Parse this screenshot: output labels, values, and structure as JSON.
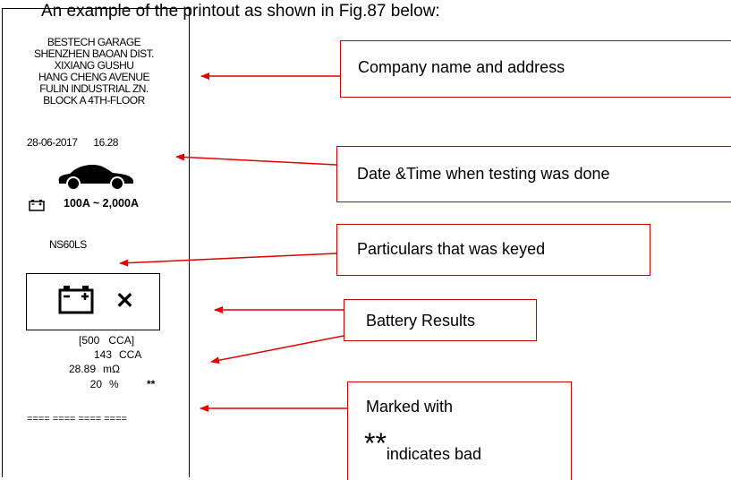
{
  "caption": "An example of the printout as shown in Fig.87 below:",
  "receipt": {
    "address_lines": [
      "BESTECH GARAGE",
      "SHENZHEN BAOAN DIST.",
      "XIXIANG GUSHU",
      "HANG CHENG AVENUE",
      "FULIN INDUSTRIAL ZN.",
      "BLOCK A 4TH-FLOOR"
    ],
    "date": "28-06-2017",
    "time": "16.28",
    "range": "100A ~ 2,000A",
    "model": "NS60LS",
    "result_icon": "battery-icon",
    "result_mark": "✕",
    "rated": "[500   CCA]",
    "measured_value": "143",
    "measured_unit": "CCA",
    "resistance_value": "28.89",
    "resistance_unit": "mΩ",
    "soh_value": "20",
    "soh_unit": "%",
    "soh_flag": "**",
    "separator": "==== ==== ==== ===="
  },
  "callouts": {
    "company": "Company name and address",
    "datetime": "Date &Time when testing was done",
    "particulars": "Particulars that was keyed",
    "battery_results": "Battery Results",
    "marked_line1": "Marked with",
    "marked_stars": "**",
    "marked_line2": "indicates bad"
  },
  "colors": {
    "callout_border": "#c00000",
    "arrow": "#e00000"
  }
}
